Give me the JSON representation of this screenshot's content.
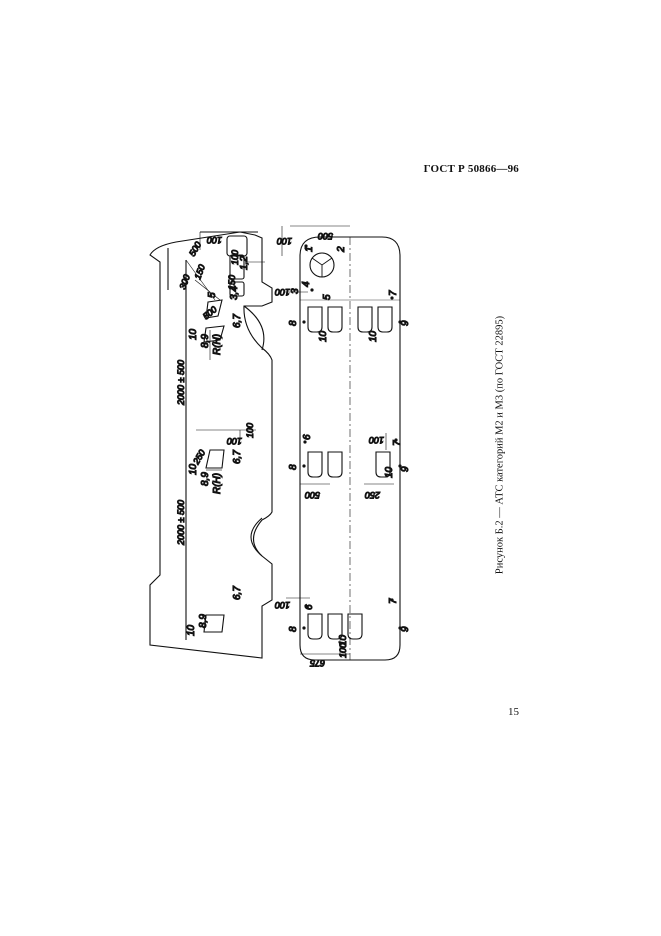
{
  "header": {
    "standard": "ГОСТ Р 50866—96"
  },
  "caption": "Рисунок Б.2 — АТС категорий М2 и М3 (по ГОСТ 22895)",
  "page_number": "15",
  "figure": {
    "side_view": {
      "dims": [
        "100",
        "500",
        "100",
        "300",
        "150",
        "150",
        "500",
        "2000 ± 500",
        "250",
        "100",
        "2000 ± 500",
        "100"
      ],
      "labels": [
        "1,2",
        "3,4",
        "5",
        "10",
        "8,9",
        "R(H)",
        "6,7",
        "10",
        "8,9",
        "R(H)",
        "6,7",
        "6,7",
        "10",
        "8,9"
      ]
    },
    "plan_view": {
      "dims": [
        "100",
        "500",
        "100",
        "100",
        "500",
        "100",
        "250",
        "100",
        "675"
      ],
      "labels": [
        "1",
        "2",
        "3",
        "4",
        "5",
        "8",
        "9",
        "7",
        "10",
        "10",
        "6",
        "8",
        "10",
        "9",
        "7",
        "6",
        "8",
        "10",
        "9",
        "7"
      ]
    }
  }
}
